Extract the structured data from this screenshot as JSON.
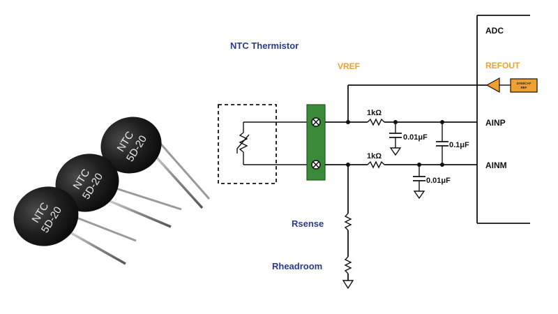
{
  "labels": {
    "ntc_thermistor": "NTC Thermistor",
    "vref": "VREF",
    "adc": "ADC",
    "refout": "REFOUT",
    "ainp": "AINP",
    "ainm": "AINM",
    "rsense": "Rsense",
    "rheadroom": "Rheadroom",
    "buffer_chip": "DA50CAF\nREF",
    "r_top": "1kΩ",
    "r_bottom": "1kΩ",
    "c_top": "0.01μF",
    "c_diff": "0.1μF",
    "c_bottom": "0.01μF"
  },
  "component_marking": {
    "brand": "NTC",
    "part": "5D-20"
  },
  "colors": {
    "label_blue": "#2b3a8c",
    "label_orange": "#f0a030",
    "terminal_green": "#3a8a3a",
    "buffer_orange": "#f0a030",
    "wire": "#111111",
    "thermistor_body": "#1a1a1a"
  },
  "icons": {
    "ground": "ground-symbol-icon",
    "resistor": "resistor-zigzag-icon",
    "capacitor": "capacitor-icon",
    "thermistor": "thermistor-symbol-icon",
    "buffer": "triangle-buffer-icon",
    "terminal_screw": "screw-terminal-icon"
  }
}
